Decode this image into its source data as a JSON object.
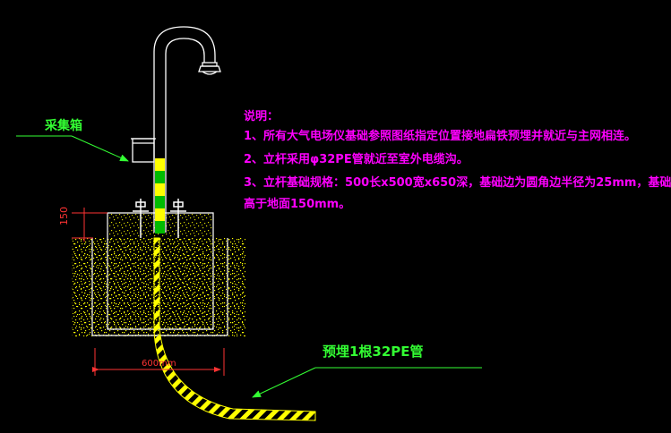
{
  "notes": {
    "title": "说明：",
    "line1": "1、所有大气电场仪基础参照图纸指定位置接地扁铁预埋并就近与主网相连。",
    "line2": "2、立杆采用φ32PE管就近至室外电缆沟。",
    "line3a": "3、立杆基础规格：500长x500宽x650深，基础边为圆角边半径为25mm，基础",
    "line3b": "高于地面150mm。"
  },
  "labels": {
    "collector_box": "采集箱",
    "pipe_label": "预埋1根32PE管",
    "height_dim": "150",
    "width_dim": "600mm"
  },
  "colors": {
    "background": "#000000",
    "outline": "#ffffff",
    "concrete": "#ffff00",
    "notes": "#ff00ff",
    "leader": "#33ff33",
    "dimension": "#ff3333"
  }
}
